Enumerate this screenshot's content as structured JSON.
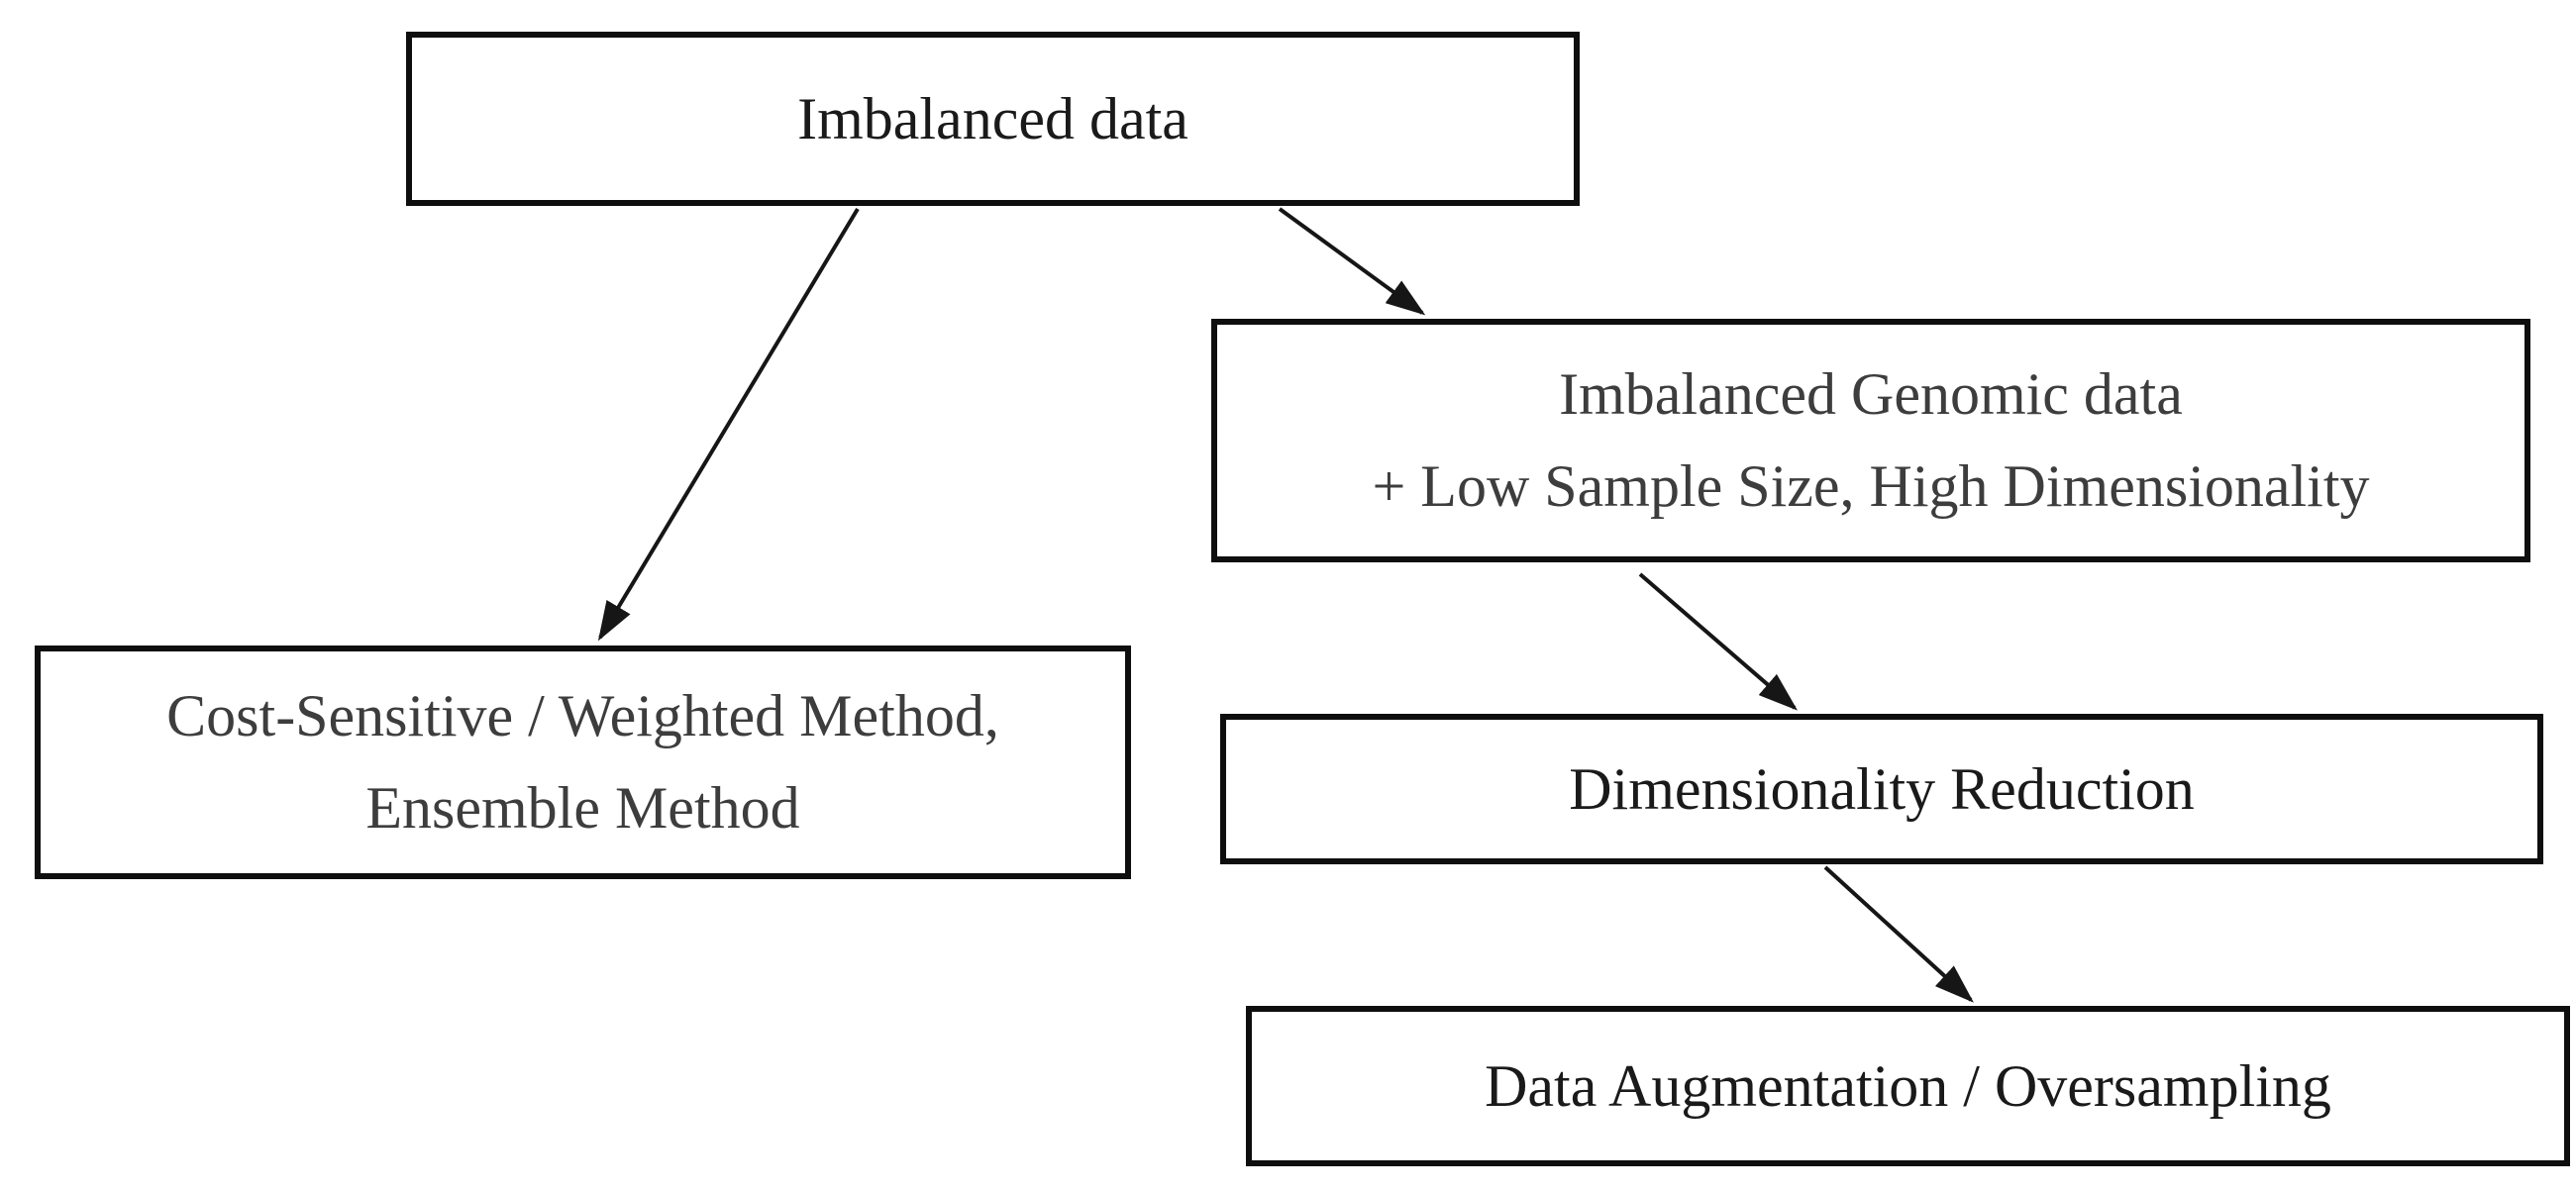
{
  "diagram": {
    "background_color": "#ffffff",
    "box_border_color": "#0e0e0e",
    "arrow_color": "#161616",
    "dark_text_color": "#1a1a1a",
    "gray_text_color": "#3d3d3d",
    "nodes": [
      {
        "id": "imbalanced-data",
        "lines": [
          "Imbalanced data"
        ],
        "text_color": "#1a1a1a"
      },
      {
        "id": "imbalanced-genomic",
        "lines": [
          "Imbalanced Genomic data",
          "+ Low Sample Size, High Dimensionality"
        ],
        "text_color": "#3d3d3d"
      },
      {
        "id": "cost-sensitive",
        "lines": [
          "Cost-Sensitive / Weighted Method,",
          "Ensemble Method"
        ],
        "text_color": "#3d3d3d"
      },
      {
        "id": "dimensionality-reduction",
        "lines": [
          "Dimensionality Reduction"
        ],
        "text_color": "#1a1a1a"
      },
      {
        "id": "data-augmentation",
        "lines": [
          "Data Augmentation / Oversampling"
        ],
        "text_color": "#1a1a1a"
      }
    ],
    "edges": [
      {
        "from": "imbalanced-data",
        "to": "cost-sensitive"
      },
      {
        "from": "imbalanced-data",
        "to": "imbalanced-genomic"
      },
      {
        "from": "imbalanced-genomic",
        "to": "dimensionality-reduction"
      },
      {
        "from": "dimensionality-reduction",
        "to": "data-augmentation"
      }
    ]
  }
}
